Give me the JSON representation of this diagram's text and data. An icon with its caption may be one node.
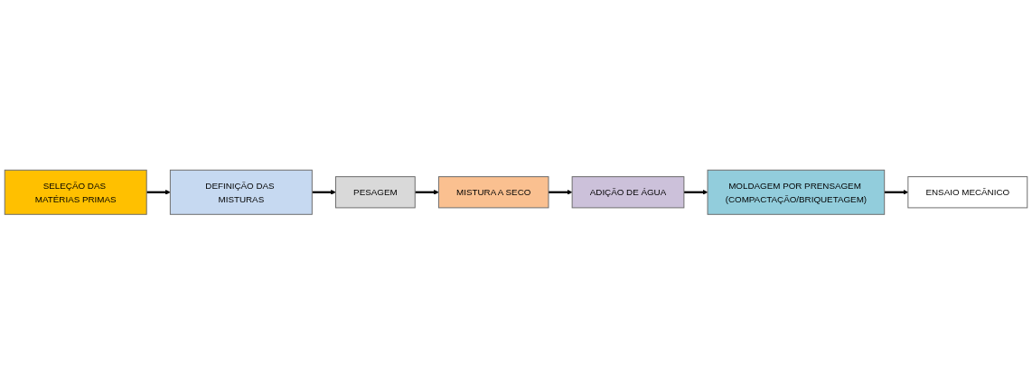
{
  "diagram": {
    "nodes": [
      {
        "text": [
          "SELEÇÃO DAS MATÉRIAS PRIMAS"
        ]
      },
      {
        "text": [
          "DEFINIÇÃO DAS MISTURAS"
        ]
      },
      {
        "text": [
          "PESAGEM"
        ]
      },
      {
        "text": [
          "MISTURA A SECO"
        ]
      },
      {
        "text": [
          "ADIÇÃO DE ÁGUA"
        ]
      },
      {
        "text": [
          "MOLDAGEM POR PRENSAGEM (COMPACTAÇÃO/BRIQUETAGEM)"
        ]
      },
      {
        "text": [
          "ENSAIO MECÂNICO"
        ]
      }
    ],
    "edges": [
      {
        "from": 0,
        "to": 1,
        "arrow": "to"
      },
      {
        "from": 1,
        "to": 2,
        "arrow": "to"
      },
      {
        "from": 2,
        "to": 3,
        "arrow": "to"
      },
      {
        "from": 3,
        "to": 4,
        "arrow": "to"
      },
      {
        "from": 4,
        "to": 5,
        "arrow": "to"
      },
      {
        "from": 5,
        "to": 6,
        "arrow": "to"
      }
    ]
  }
}
